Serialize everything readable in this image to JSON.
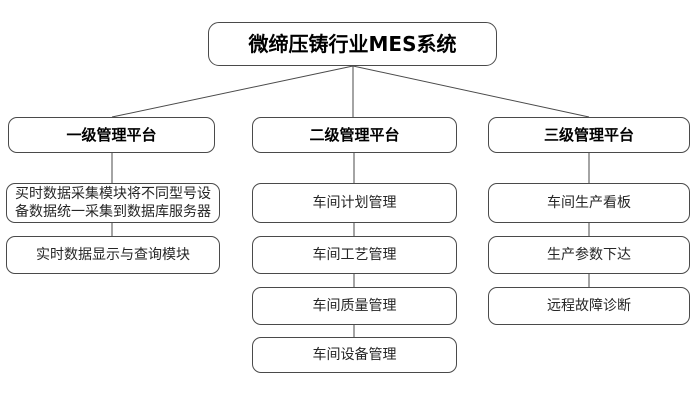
{
  "diagram": {
    "title": "微缔压铸行业MES系统",
    "colors": {
      "line": "#4a4a4a",
      "border": "#4a4a4a",
      "header_text": "#000000",
      "body_text": "#262626",
      "background": "#ffffff"
    },
    "columns": [
      {
        "header": "一级管理平台",
        "children": [
          "买时数据采集模块将不同型号设备数据统一采集到数据库服务器",
          "实时数据显示与查询模块"
        ]
      },
      {
        "header": "二级管理平台",
        "children": [
          "车间计划管理",
          "车间工艺管理",
          "车间质量管理",
          "车间设备管理"
        ]
      },
      {
        "header": "三级管理平台",
        "children": [
          "车间生产看板",
          "生产参数下达",
          "远程故障诊断"
        ]
      }
    ]
  }
}
